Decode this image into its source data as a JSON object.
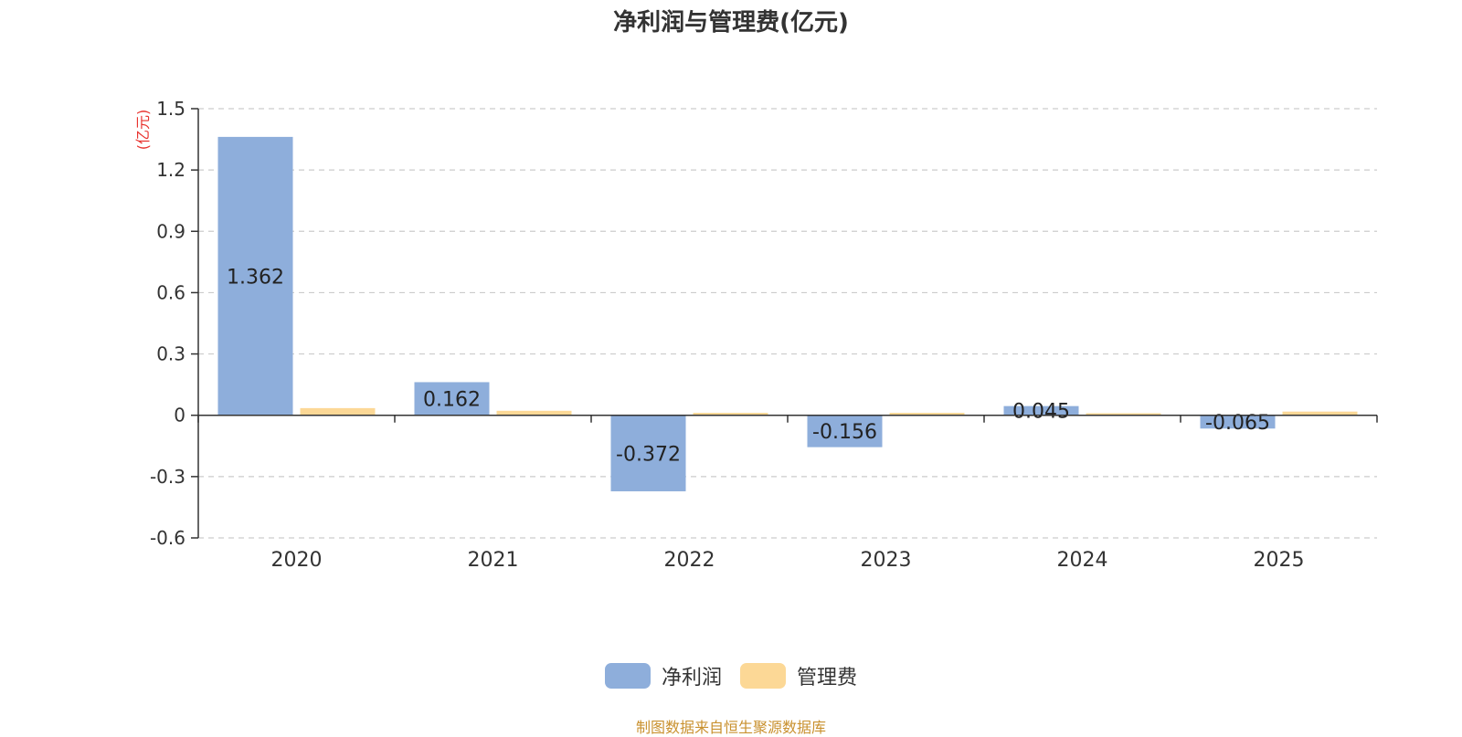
{
  "chart_data": {
    "type": "bar",
    "title": "净利润与管理费(亿元)",
    "ylabel": "(亿元)",
    "xlabel": "",
    "categories": [
      "2020",
      "2021",
      "2022",
      "2023",
      "2024",
      "2025"
    ],
    "ylim": [
      -0.6,
      1.5
    ],
    "yticks": [
      1.5,
      1.2,
      0.9,
      0.6,
      0.3,
      0,
      -0.3,
      -0.6
    ],
    "grid": true,
    "legend_position": "bottom",
    "series": [
      {
        "name": "净利润",
        "color": "#8eaedb",
        "values": [
          1.362,
          0.162,
          -0.372,
          -0.156,
          0.045,
          -0.065
        ],
        "labels": [
          "1.362",
          "0.162",
          "-0.372",
          "-0.156",
          "0.045",
          "-0.065"
        ]
      },
      {
        "name": "管理费",
        "color": "#fcd896",
        "values": [
          0.035,
          0.022,
          0.012,
          0.012,
          0.01,
          0.018
        ]
      }
    ]
  },
  "source_note": "制图数据来自恒生聚源数据库",
  "colors": {
    "axis_label": "#e8322e",
    "text": "#333333",
    "grid": "#cccccc",
    "source": "#c9912f"
  }
}
